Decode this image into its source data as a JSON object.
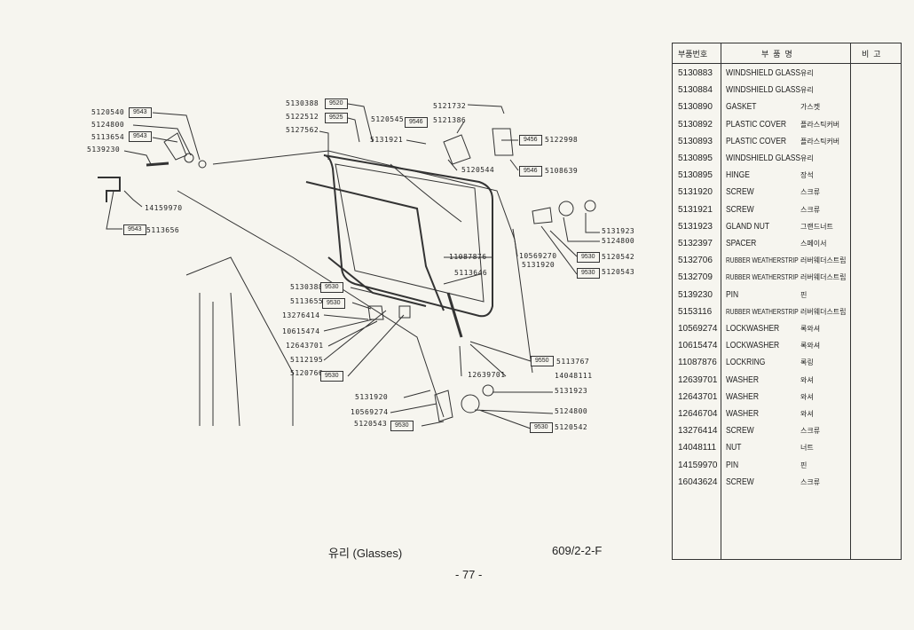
{
  "diagram": {
    "labels": [
      "5120540",
      "5124800",
      "5113654",
      "5139230",
      "14159970",
      "5113656",
      "5130388",
      "5122512",
      "5127562",
      "5120545",
      "5121732",
      "5121386",
      "5131921",
      "5122998",
      "5120544",
      "5108639",
      "5131923",
      "5124800",
      "5120542",
      "5120543",
      "11087876",
      "10569270",
      "5131920",
      "5113646",
      "5130388",
      "5113655",
      "13276414",
      "10615474",
      "12643701",
      "5112195",
      "5120766",
      "5113767",
      "12639701",
      "14048111",
      "5131920",
      "5131923",
      "10569274",
      "5124800",
      "5120543",
      "5120542"
    ],
    "boxes": [
      "9543",
      "9543",
      "9543",
      "9520",
      "9525",
      "9546",
      "9456",
      "9546",
      "9530",
      "9530",
      "9530",
      "9530",
      "9530",
      "9550",
      "9530",
      "9530"
    ]
  },
  "caption": "유리 (Glasses)",
  "code": "609/2-2-F",
  "page_number": "- 77 -",
  "table": {
    "headers": [
      "부품번호",
      "부  품  명",
      "비  고"
    ],
    "rows": [
      {
        "no": "5130883",
        "en": "WINDSHIELD GLASS",
        "ko": "유리"
      },
      {
        "no": "5130884",
        "en": "WINDSHIELD GLASS",
        "ko": "유리"
      },
      {
        "no": "5130890",
        "en": "GASKET",
        "ko": "가스켓"
      },
      {
        "no": "5130892",
        "en": "PLASTIC COVER",
        "ko": "플라스틱커버"
      },
      {
        "no": "5130893",
        "en": "PLASTIC COVER",
        "ko": "플라스틱커버"
      },
      {
        "no": "5130895",
        "en": "WINDSHIELD GLASS",
        "ko": "유리"
      },
      {
        "no": "5130895",
        "en": "HINGE",
        "ko": "장석"
      },
      {
        "no": "5131920",
        "en": "SCREW",
        "ko": "스크류"
      },
      {
        "no": "5131921",
        "en": "SCREW",
        "ko": "스크류"
      },
      {
        "no": "5131923",
        "en": "GLAND NUT",
        "ko": "그랜드너트"
      },
      {
        "no": "5132397",
        "en": "SPACER",
        "ko": "스페이서"
      },
      {
        "no": "5132706",
        "en": "RUBBER WEATHERSTRIP",
        "ko": "러버웨더스트립"
      },
      {
        "no": "5132709",
        "en": "RUBBER WEATHERSTRIP",
        "ko": "러버웨더스트립"
      },
      {
        "no": "5139230",
        "en": "PIN",
        "ko": "핀"
      },
      {
        "no": "5153116",
        "en": "RUBBER WEATHERSTRIP",
        "ko": "러버웨더스트립"
      },
      {
        "no": "10569274",
        "en": "LOCKWASHER",
        "ko": "록와셔"
      },
      {
        "no": "10615474",
        "en": "LOCKWASHER",
        "ko": "록와셔"
      },
      {
        "no": "11087876",
        "en": "LOCKRING",
        "ko": "록링"
      },
      {
        "no": "12639701",
        "en": "WASHER",
        "ko": "와셔"
      },
      {
        "no": "12643701",
        "en": "WASHER",
        "ko": "와셔"
      },
      {
        "no": "12646704",
        "en": "WASHER",
        "ko": "와셔"
      },
      {
        "no": "13276414",
        "en": "SCREW",
        "ko": "스크류"
      },
      {
        "no": "14048111",
        "en": "NUT",
        "ko": "너트"
      },
      {
        "no": "14159970",
        "en": "PIN",
        "ko": "핀"
      },
      {
        "no": "16043624",
        "en": "SCREW",
        "ko": "스크류"
      }
    ]
  }
}
